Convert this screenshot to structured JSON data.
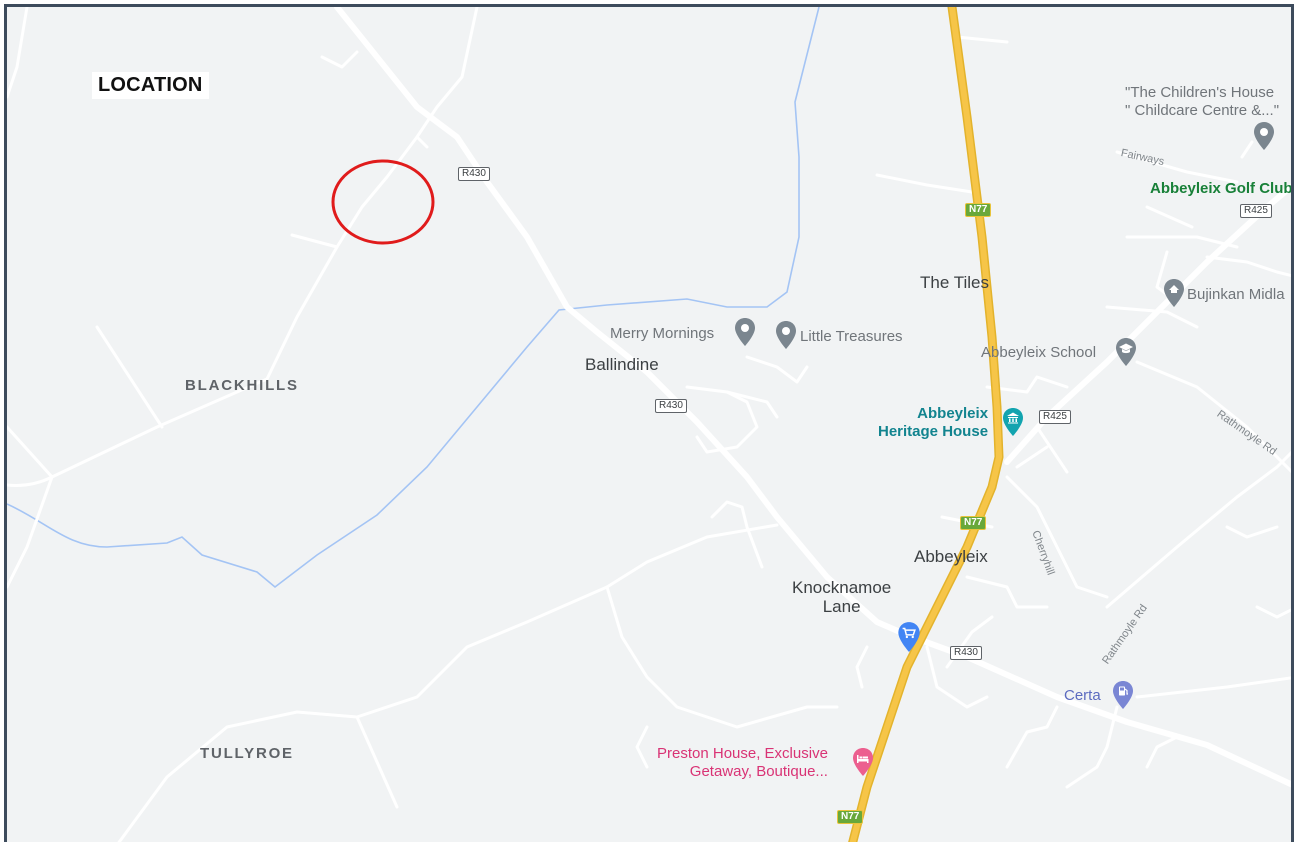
{
  "title": "LOCATION",
  "areas": {
    "blackhills": "BLACKHILLS",
    "tullyroe": "TULLYROE"
  },
  "towns": {
    "ballindine": "Ballindine",
    "the_tiles": "The Tiles",
    "abbeyleix": "Abbeyleix",
    "knocknamoe_line1": "Knocknamoe",
    "knocknamoe_line2": "Lane"
  },
  "pois": {
    "childrens_house_line1": "\"The Children's House",
    "childrens_house_line2": "\" Childcare Centre &...\"",
    "golf_club": "Abbeyleix Golf Club",
    "bujinkan": "Bujinkan Midla",
    "merry_mornings": "Merry Mornings",
    "little_treasures": "Little Treasures",
    "abbeyleix_school": "Abbeyleix School",
    "heritage_line1": "Abbeyleix",
    "heritage_line2": "Heritage House",
    "preston_line1": "Preston House, Exclusive",
    "preston_line2": "Getaway, Boutique...",
    "certa": "Certa"
  },
  "roads": {
    "r430": "R430",
    "r425": "R425",
    "n77": "N77"
  },
  "streets": {
    "fairways": "Fairways",
    "rathmoyle_rd": "Rathmoyle Rd",
    "cherryhill": "Cherryhill"
  },
  "colors": {
    "land": "#f1f3f4",
    "road": "#ffffff",
    "national_road": "#f6c548",
    "river": "#a4c4f4",
    "marker_circle": "#e01b1b"
  },
  "icons": {
    "grey_pin": "map-pin-icon",
    "school_pin": "school-icon",
    "museum_pin": "museum-icon",
    "hotel_pin": "hotel-icon",
    "shopping_pin": "shopping-cart-icon",
    "fuel_pin": "fuel-station-icon"
  }
}
